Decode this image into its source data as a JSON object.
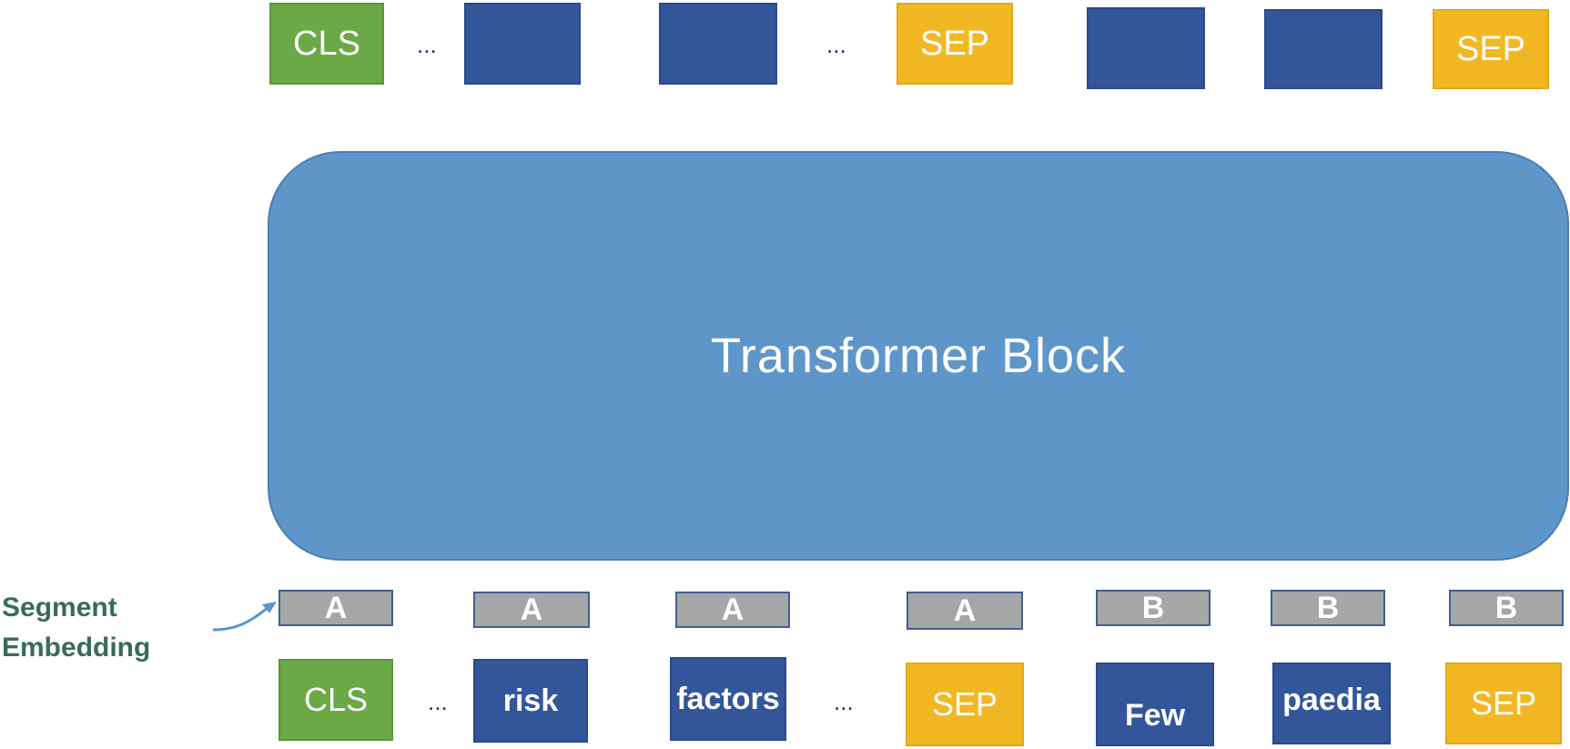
{
  "colors": {
    "cls": "#6aa945",
    "token": "#33569b",
    "sep": "#f2b824",
    "segment": "#a6a6a6",
    "transformer": "#5e96c9",
    "segment_label": "#3a6a5e"
  },
  "top_row": {
    "cls": "CLS",
    "dots_left": "...",
    "dots_right": "...",
    "sep_1": "SEP",
    "sep_2": "SEP"
  },
  "transformer": {
    "label": "Transformer Block"
  },
  "segment_embedding": {
    "label_line1": "Segment",
    "label_line2": "Embedding",
    "segments": [
      "A",
      "A",
      "A",
      "A",
      "B",
      "B",
      "B"
    ]
  },
  "bottom_row": {
    "cls": "CLS",
    "dots_left": "...",
    "risk": "risk",
    "factors": "factors",
    "dots_right": "...",
    "sep_1": "SEP",
    "few": "Few",
    "paedia": "paedia",
    "sep_2": "SEP"
  }
}
